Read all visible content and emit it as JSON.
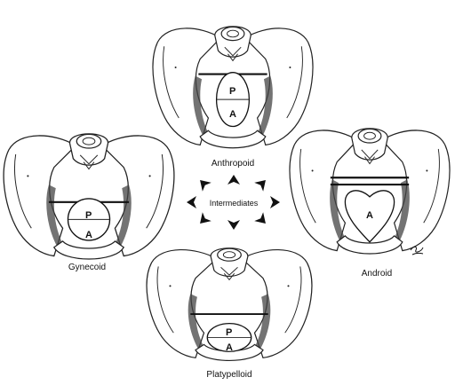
{
  "figure": {
    "center_label": "Intermediates",
    "signature": "",
    "pelves": [
      {
        "id": "anthropoid",
        "label": "Anthropoid",
        "letters": [
          "P",
          "A"
        ],
        "inlet_shape": "oval"
      },
      {
        "id": "gynecoid",
        "label": "Gynecoid",
        "letters": [
          "P",
          "A"
        ],
        "inlet_shape": "round"
      },
      {
        "id": "android",
        "label": "Android",
        "letters": [
          "A"
        ],
        "inlet_shape": "heart"
      },
      {
        "id": "platypelloid",
        "label": "Platypelloid",
        "letters": [
          "P",
          "A"
        ],
        "inlet_shape": "flat-oval"
      }
    ],
    "ink_color": "#111111",
    "paper_color": "#ffffff"
  }
}
